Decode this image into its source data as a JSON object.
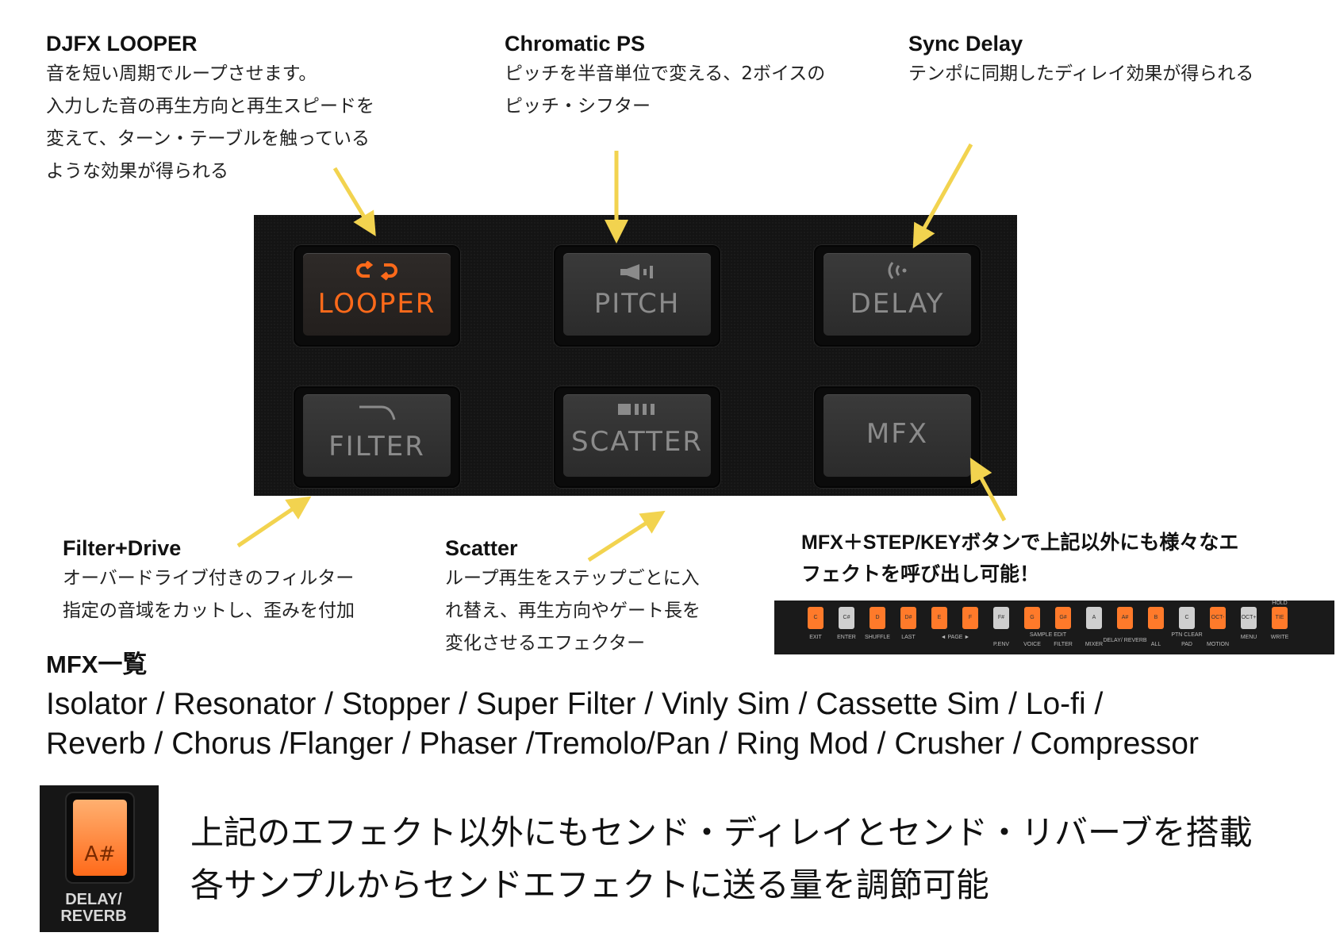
{
  "captions": {
    "looper": {
      "title": "DJFX LOOPER",
      "lines": [
        "音を短い周期でループさせます。",
        "入力した音の再生方向と再生スピードを",
        "変えて、ターン・テーブルを触っている",
        "ような効果が得られる"
      ]
    },
    "pitch": {
      "title": "Chromatic PS",
      "lines": [
        "ピッチを半音単位で変える、2ボイスの",
        "ピッチ・シフター"
      ]
    },
    "delay": {
      "title": "Sync Delay",
      "lines": [
        "テンポに同期したディレイ効果が得られる"
      ]
    },
    "filter": {
      "title": "Filter+Drive",
      "lines": [
        "オーバードライブ付きのフィルター",
        "指定の音域をカットし、歪みを付加"
      ]
    },
    "scatter": {
      "title": "Scatter",
      "lines": [
        "ループ再生をステップごとに入",
        "れ替え、再生方向やゲート長を",
        "変化させるエフェクター"
      ]
    },
    "mfx": {
      "lines": [
        "MFX＋STEP/KEYボタンで上記以外にも様々なエ",
        "フェクトを呼び出し可能！"
      ]
    }
  },
  "pads": {
    "looper": "LOOPER",
    "pitch": "PITCH",
    "delay": "DELAY",
    "filter": "FILTER",
    "scatter": "SCATTER",
    "mfx": "MFX"
  },
  "step_keys": {
    "notes": [
      "C",
      "C#",
      "D",
      "D#",
      "E",
      "F",
      "F#",
      "G",
      "G#",
      "A",
      "A#",
      "B",
      "C",
      "OCT-",
      "OCT+",
      "TIE"
    ],
    "labels": [
      "EXIT",
      "ENTER",
      "SHUFFLE",
      "LAST",
      "◄ PAGE ►",
      "SAMPLE EDIT",
      "P.ENV",
      "VOICE",
      "FILTER",
      "MIXER",
      "DELAY/ REVERB",
      "PTN CLEAR",
      "ALL",
      "PAD",
      "MOTION",
      "MENU",
      "WRITE",
      "HOLD"
    ],
    "lit_color": "#ff7a2a",
    "unlit_color": "#cfcfcf"
  },
  "mfx_list": {
    "heading": "MFX一覧",
    "line1": "Isolator / Resonator / Stopper / Super Filter / Vinly Sim / Cassette Sim / Lo-fi /",
    "line2": "Reverb / Chorus /Flanger / Phaser /Tremolo/Pan / Ring Mod / Crusher / Compressor"
  },
  "send": {
    "key_note": "A#",
    "key_label": "DELAY/ REVERB",
    "line1": "上記のエフェクト以外にもセンド・ディレイとセンド・リバーブを搭載",
    "line2": "各サンプルからセンドエフェクトに送る量を調節可能"
  },
  "colors": {
    "arrow": "#f2d34f",
    "active_pad": "#ff6a1a",
    "pad_text": "#8b8b8b"
  }
}
